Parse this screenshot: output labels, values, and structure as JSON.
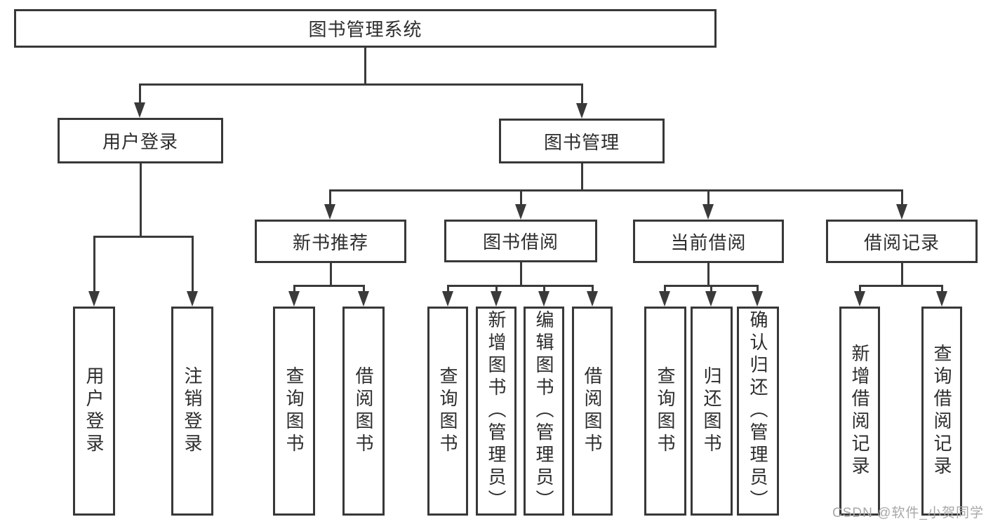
{
  "diagram": {
    "type": "hierarchy-structure-chart",
    "nodes": {
      "root": {
        "label": "图书管理系统"
      },
      "userLogin": {
        "label": "用户登录"
      },
      "bookMgmt": {
        "label": "图书管理"
      },
      "newBookRec": {
        "label": "新书推荐"
      },
      "bookBorrow": {
        "label": "图书借阅"
      },
      "currentBorrow": {
        "label": "当前借阅"
      },
      "borrowRecords": {
        "label": "借阅记录"
      },
      "loginLeaf": {
        "label": "用户登录"
      },
      "logoutLeaf": {
        "label": "注销登录"
      },
      "nbQuery": {
        "label": "查询图书"
      },
      "nbBorrow": {
        "label": "借阅图书"
      },
      "bbQuery": {
        "label": "查询图书"
      },
      "bbAdd": {
        "label": "新增图书（管理员）"
      },
      "bbEdit": {
        "label": "编辑图书（管理员）"
      },
      "bbBorrow": {
        "label": "借阅图书"
      },
      "cbQuery": {
        "label": "查询图书"
      },
      "cbReturn": {
        "label": "归还图书"
      },
      "cbConfirm": {
        "label": "确认归还（管理员）"
      },
      "brAdd": {
        "label": "新增借阅记录"
      },
      "brQuery": {
        "label": "查询借阅记录"
      }
    },
    "edges": [
      [
        "root",
        "userLogin"
      ],
      [
        "root",
        "bookMgmt"
      ],
      [
        "userLogin",
        "loginLeaf"
      ],
      [
        "userLogin",
        "logoutLeaf"
      ],
      [
        "bookMgmt",
        "newBookRec"
      ],
      [
        "bookMgmt",
        "bookBorrow"
      ],
      [
        "bookMgmt",
        "currentBorrow"
      ],
      [
        "bookMgmt",
        "borrowRecords"
      ],
      [
        "newBookRec",
        "nbQuery"
      ],
      [
        "newBookRec",
        "nbBorrow"
      ],
      [
        "bookBorrow",
        "bbQuery"
      ],
      [
        "bookBorrow",
        "bbAdd"
      ],
      [
        "bookBorrow",
        "bbEdit"
      ],
      [
        "bookBorrow",
        "bbBorrow"
      ],
      [
        "currentBorrow",
        "cbQuery"
      ],
      [
        "currentBorrow",
        "cbReturn"
      ],
      [
        "currentBorrow",
        "cbConfirm"
      ],
      [
        "borrowRecords",
        "brAdd"
      ],
      [
        "borrowRecords",
        "brQuery"
      ]
    ],
    "colors": {
      "line": "#3a3a3a",
      "border": "#383838",
      "text": "#2d2d2d",
      "background": "#ffffff",
      "watermark": "#a8a8a8"
    }
  },
  "watermark": {
    "text": "CSDN @软件_小贺同学"
  }
}
